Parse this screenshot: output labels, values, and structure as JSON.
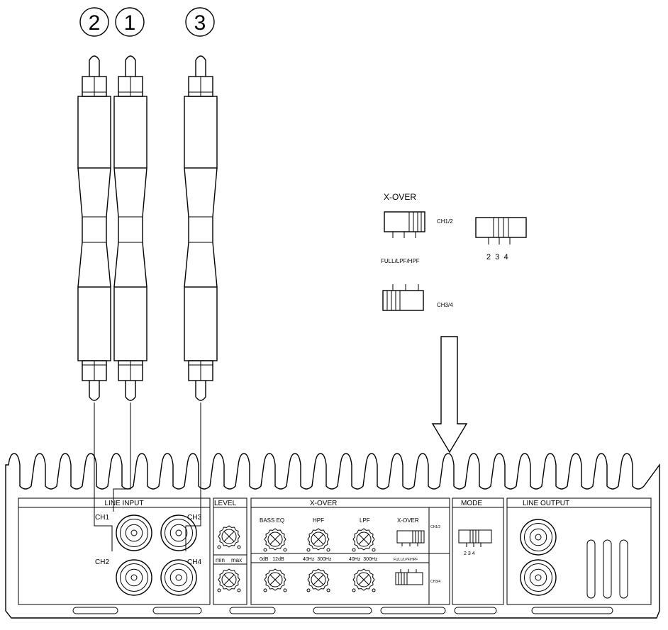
{
  "callouts": [
    "2",
    "1",
    "3"
  ],
  "xover_detail": {
    "title": "X-OVER",
    "ch12": "CH1/2",
    "full_lpf_hpf": "FULL/LPF/HPF",
    "ch34": "CH3/4",
    "mode_positions": "2  3  4"
  },
  "panel": {
    "line_input": {
      "title": "LINE INPUT",
      "ch1": "CH1",
      "ch2": "CH2",
      "ch3": "CH3",
      "ch4": "CH4"
    },
    "level": {
      "title": "LEVEL",
      "min": "min",
      "max": "max"
    },
    "xover": {
      "title": "X-OVER",
      "bass_eq": "BASS EQ",
      "hpf": "HPF",
      "lpf": "LPF",
      "xover_switch": "X-OVER",
      "ch12": "CH1/2",
      "ch34": "CH3/4",
      "bass_range": "0dB   12dB",
      "hpf_range": "40Hz  300Hz",
      "lpf_range": "40Hz  300Hz",
      "full_lpf_hpf": "FULL/LPF/HPF"
    },
    "mode": {
      "title": "MODE",
      "positions": "2 3 4"
    },
    "line_output": {
      "title": "LINE OUTPUT"
    }
  },
  "icons": {
    "knob": "knob-icon",
    "rca_jack": "rca-jack-icon",
    "rca_plug": "rca-plug-icon",
    "slide_switch": "slide-switch-icon",
    "arrow": "arrow-down-icon"
  }
}
